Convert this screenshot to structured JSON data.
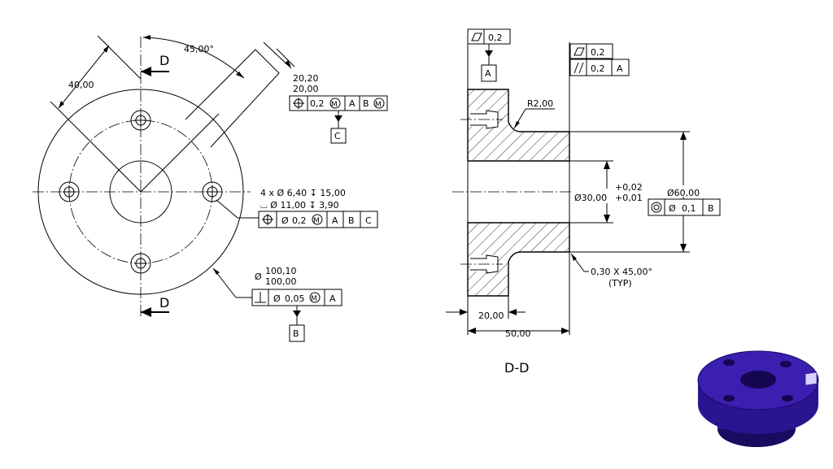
{
  "front_view": {
    "section_label_top": "D",
    "section_label_bottom": "D",
    "dim_angle": "45,00°",
    "dim_keyway": "40,00",
    "dim_width_upper": "20,20",
    "dim_width_lower": "20,00",
    "fcf_keyway": {
      "tolerance": "0,2",
      "datum1": "A",
      "datum2": "B"
    },
    "datum_c": "C",
    "hole_note_line1": "4 x Ø 6,40 ↧ 15,00",
    "hole_note_line2": "⌴ Ø 11,00 ↧ 3,90",
    "fcf_holes": {
      "diameter_symbol": "Ø",
      "tolerance": "0,2",
      "datum1": "A",
      "datum2": "B",
      "datum3": "C"
    },
    "dim_outer_upper": "100,10",
    "dim_outer_lower": "100,00",
    "dia_prefix": "Ø",
    "fcf_perp": {
      "diameter_symbol": "Ø",
      "tolerance": "0,05",
      "datum1": "A"
    },
    "datum_b": "B"
  },
  "section_view": {
    "fcf_flat_top": {
      "tolerance": "0,2"
    },
    "datum_a": "A",
    "fcf_flat_right": {
      "tolerance": "0,2"
    },
    "fcf_parallel": {
      "tolerance": "0,2",
      "datum1": "A"
    },
    "radius": "R2,00",
    "bore_dim": "Ø30,00",
    "bore_tol_plus": "+0,02",
    "bore_tol_minus": "+0,01",
    "od_dim": "Ø60,00",
    "fcf_concentric": {
      "diameter_symbol": "Ø",
      "tolerance": "0,1",
      "datum1": "B"
    },
    "chamfer_note": "0,30 X 45,00°",
    "chamfer_typ": "(TYP)",
    "dim_flange": "20,00",
    "dim_total": "50,00",
    "title": "D-D"
  },
  "colors": {
    "model_face": "#3a1fb0",
    "model_side": "#2a1490",
    "model_dark": "#1a0a60"
  }
}
